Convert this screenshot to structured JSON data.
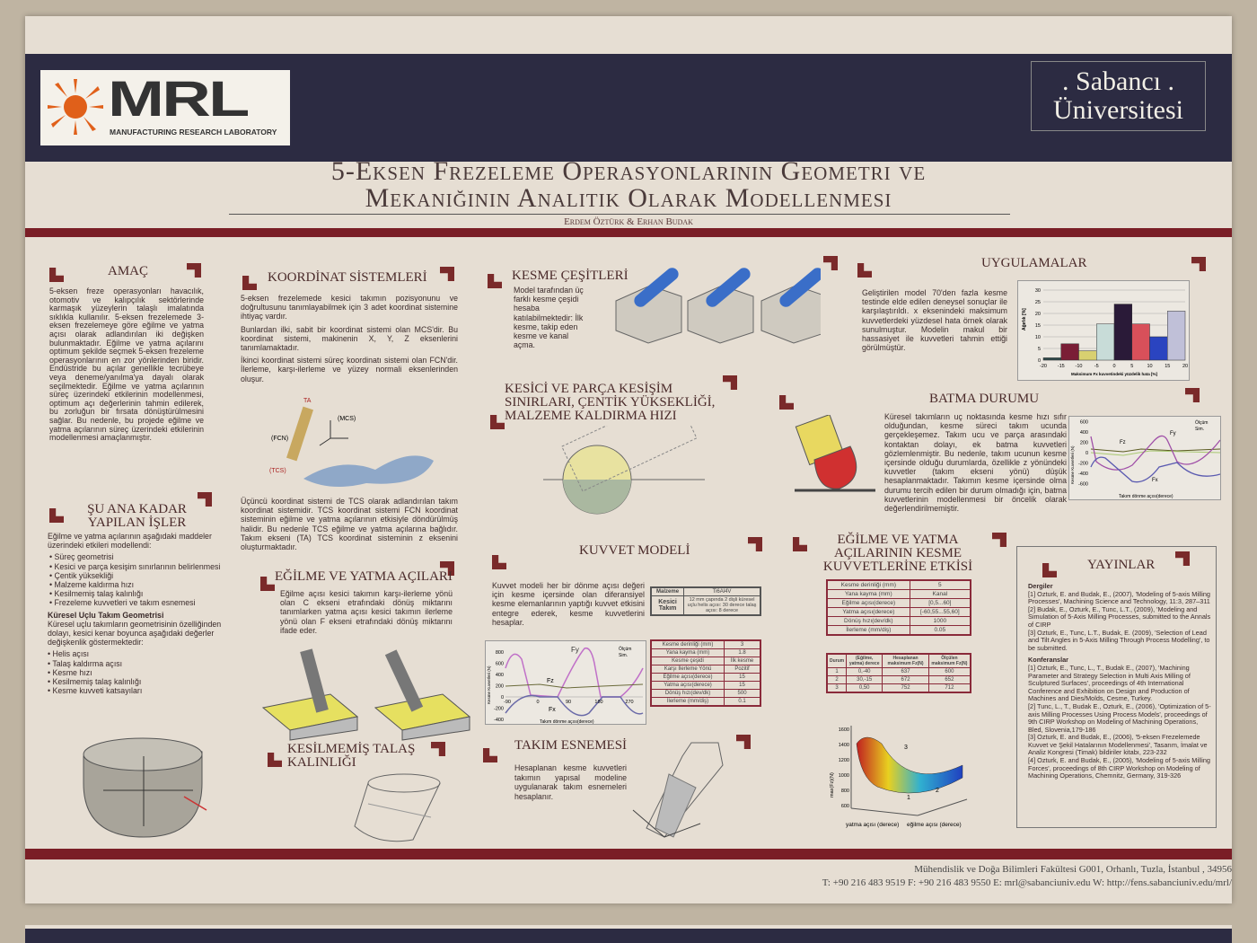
{
  "header": {
    "logo_text": "MRL",
    "logo_sub": "MANUFACTURING RESEARCH LABORATORY",
    "university_line1": ". Sabancı .",
    "university_line2": "Üniversitesi"
  },
  "title": {
    "line1": "5-Eksen Frezeleme Operasyonlarının Geometri ve",
    "line2": "Mekaniğinin Analitik Olarak Modellenmesi",
    "authors": "Erdem Öztürk & Erhan Budak"
  },
  "amac": {
    "heading": "AMAÇ",
    "text": "5-eksen freze operasyonları havacılık, otomotiv ve kalıpçılık sektörlerinde karmaşık yüzeylerin talaşlı imalatında sıklıkla kullanılır. 5-eksen frezelemede 3-eksen frezelemeye göre eğilme ve yatma açısı olarak adlandırılan iki değişken bulunmaktadır. Eğilme ve yatma açılarını optimum şekilde seçmek 5-eksen frezeleme operasyonlarının en zor yönlerinden biridir. Endüstride bu açılar genellikle tecrübeye veya deneme/yanılma'ya dayalı olarak seçilmektedir. Eğilme ve yatma açılarının süreç üzerindeki etkilerinin modellenmesi, optimum açı değerlerinin tahmin edilerek, bu zorluğun bir fırsata dönüştürülmesini sağlar. Bu nedenle, bu projede eğilme ve yatma açılarının süreç üzerindeki etkilerinin modellenmesi amaçlanmıştır."
  },
  "su_ana_kadar": {
    "heading1": "ŞU ANA KADAR",
    "heading2": "YAPILAN İŞLER",
    "intro": "Eğilme ve yatma açılarının aşağıdaki maddeler üzerindeki etkileri modellendi:",
    "items": [
      "Süreç geometrisi",
      "Kesici ve parça kesişim sınırlarının belirlenmesi",
      "Çentik yüksekliği",
      "Malzeme kaldırma hızı",
      "Kesilmemiş talaş kalınlığı",
      "Frezeleme kuvvetleri ve takım esnemesi"
    ],
    "subheading": "Küresel Uçlu Takım Geometrisi",
    "subtext": "Küresel uçlu takımların geometrisinin özelliğinden dolayı, kesici kenar boyunca aşağıdaki değerler değişkenlik göstermektedir:",
    "subitems": [
      "Helis açısı",
      "Talaş kaldırma açısı",
      "Kesme hızı",
      "Kesilmemiş talaş kalınlığı",
      "Kesme kuvveti katsayıları"
    ]
  },
  "koordinat": {
    "heading": "KOORDİNAT SİSTEMLERİ",
    "p1": "5-eksen frezelemede kesici takımın pozisyonunu ve doğrultusunu tanımlayabilmek için 3 adet koordinat sistemine ihtiyaç vardır.",
    "p2": "Bunlardan ilki, sabit bir koordinat sistemi olan MCS'dir. Bu koordinat sistemi, makinenin X, Y, Z eksenlerini tanımlamaktadır.",
    "p3": "İkinci koordinat sistemi süreç koordinatı sistemi olan FCN'dir. İlerleme, karşı-ilerleme ve yüzey normali eksenlerinden oluşur.",
    "p4": "Üçüncü koordinat sistemi de TCS olarak adlandırılan takım koordinat sistemidir. TCS koordinat sistemi FCN koordinat sisteminin eğilme ve yatma açılarının etkisiyle döndürülmüş halidir. Bu nedenle TCS eğilme ve yatma açılarına bağlıdır. Takım ekseni (TA) TCS koordinat sisteminin z eksenini oluşturmaktadır.",
    "fig_labels": [
      "TA",
      "(MCS)",
      "(FCN)",
      "(TCS)"
    ]
  },
  "egilme": {
    "heading": "EĞİLME VE YATMA AÇILARI",
    "text": "Eğilme açısı kesici takımın karşı-ilerleme yönü olan C ekseni etrafındaki dönüş miktarını tanımlarken yatma açısı kesici takımın ilerleme yönü olan F ekseni etrafındaki dönüş miktarını ifade eder."
  },
  "kesilmemis": {
    "heading1": "KESİLMEMİŞ TALAŞ",
    "heading2": "KALINLIĞI"
  },
  "kesme_cesitleri": {
    "heading": "KESME ÇEŞİTLERİ",
    "text": "Model tarafından üç farklı kesme çeşidi hesaba katılabilmektedir: İlk kesme, takip eden kesme ve kanal açma."
  },
  "kesici_parca": {
    "heading1": "KESİCİ VE PARÇA KESİŞİM",
    "heading2": "SINIRLARI, ÇENTİK YÜKSEKLİĞİ,",
    "heading3": "MALZEME KALDIRMA HIZI"
  },
  "kuvvet": {
    "heading": "KUVVET MODELİ",
    "text": "Kuvvet modeli her bir dönme açısı değeri için kesme içersinde olan diferansiyel kesme elemanlarının yaptığı kuvvet etkisini entegre ederek, kesme kuvvetlerini hesaplar.",
    "material_table": {
      "label1": "Malzeme",
      "value1": "Ti6Al4V",
      "label2": "Kesici Takım",
      "value2": "12 mm çapında 2 dişli küresel uçlu helis açısı: 30 derece talaş açısı: 8 derece"
    },
    "param_table": [
      [
        "Kesme derinliği (mm)",
        "3"
      ],
      [
        "Yana kayma (mm)",
        "1.8"
      ],
      [
        "Kesme çeşidi",
        "İlk kesme"
      ],
      [
        "Karşı İlerleme Yönü",
        "Pozitif"
      ],
      [
        "Eğilme açısı(derece)",
        "15"
      ],
      [
        "Yatma açısı(derece)",
        "15"
      ],
      [
        "Dönüş hızı(dev/dk)",
        "500"
      ],
      [
        "İlerleme (mm/diş)",
        "0.1"
      ]
    ],
    "chart": {
      "ylabel": "Kesme Kuvvetleri (N)",
      "xlabel": "Takım dönme açısı(derece)",
      "legend": [
        "Ölçüm",
        "Sim."
      ],
      "series_labels": [
        "Fy",
        "Fz",
        "Fx"
      ],
      "yticks": [
        "800",
        "600",
        "400",
        "200",
        "0",
        "-200",
        "-400"
      ],
      "xticks": [
        "-90",
        "0",
        "90",
        "180",
        "270"
      ]
    }
  },
  "takim_esnemesi": {
    "heading": "TAKIM ESNEMESİ",
    "text": "Hesaplanan kesme kuvvetleri takımın yapısal modeline uygulanarak takım esnemeleri hesaplanır."
  },
  "uygulamalar": {
    "heading": "UYGULAMALAR",
    "text": "Geliştirilen model 70'den fazla kesme testinde elde edilen deneysel sonuçlar ile karşılaştırıldı. x eksenindeki maksimum kuvvetlerdeki yüzdesel hata örnek olarak sunulmuştur. Modelin makul bir hassasiyet ile kuvvetleri tahmin ettiği görülmüştür."
  },
  "batma": {
    "heading": "BATMA DURUMU",
    "text": "Küresel takımların uç noktasında kesme hızı sıfır olduğundan, kesme süreci takım ucunda gerçekleşemez. Takım ucu ve parça arasındaki kontaktan dolayı, ek batma kuvvetleri gözlemlenmiştir. Bu nedenle, takım ucunun kesme içersinde olduğu durumlarda, özellikle z yönündeki kuvvetler (takım ekseni yönü) düşük hesaplanmaktadır. Takımın kesme içersinde olma durumu tercih edilen bir durum olmadığı için, batma kuvvetlerinin modellenmesi bir öncelik olarak değerlendirilmemiştir.",
    "chart": {
      "ylabel": "Kesme Kuvvetleri (N)",
      "xlabel": "Takım dönme açısı(derece)",
      "legend": [
        "Ölçüm",
        "Sim."
      ],
      "series_labels": [
        "Fz",
        "Fy",
        "Fx"
      ],
      "yticks": [
        "600",
        "400",
        "200",
        "0",
        "-200",
        "-400",
        "-600"
      ]
    }
  },
  "etki": {
    "heading1": "EĞİLME VE YATMA",
    "heading2": "AÇILARININ KESME",
    "heading3": "KUVVETLERİNE ETKİSİ",
    "params": [
      [
        "Kesme derinliği (mm)",
        "5"
      ],
      [
        "Yana kayma (mm)",
        "Kanal"
      ],
      [
        "Eğilme açısı(derece)",
        "[0,5...60]"
      ],
      [
        "Yatma açısı(derece)",
        "[-60,55...55,60]"
      ],
      [
        "Dönüş hızı(dev/dk)",
        "1000"
      ],
      [
        "İlerleme (mm/diş)",
        "0.05"
      ]
    ],
    "results_header": [
      "Durum",
      "(Eğilme, yatma) derece",
      "Hesaplanan maksimum Fz(N)",
      "Ölçülen maksimum Fz(N)"
    ],
    "results": [
      [
        "1",
        "0,-40",
        "637",
        "600"
      ],
      [
        "2",
        "30,-15",
        "672",
        "652"
      ],
      [
        "3",
        "0,50",
        "752",
        "712"
      ]
    ],
    "plot": {
      "zlabel": "max(Fz)(N)",
      "zticks": [
        "1600",
        "1400",
        "1200",
        "1000",
        "800",
        "600"
      ],
      "xlabel": "yatma açısı (derece)",
      "ylabel": "eğilme açısı (derece)",
      "marks": [
        "3",
        "1",
        "2"
      ]
    }
  },
  "yayinlar": {
    "heading": "YAYINLAR",
    "dergiler_title": "Dergiler",
    "dergiler": [
      "[1] Ozturk, E. and Budak, E., (2007), 'Modeling of 5-axis Milling Processes', Machining Science and Technology, 11:3, 287–311",
      "[2] Budak, E., Ozturk, E., Tunc, L.T., (2009), 'Modeling and Simulation of 5-Axis Milling Processes, submitted to the Annals of CIRP",
      "[3] Ozturk, E., Tunc, L.T., Budak, E. (2009), 'Selection of Lead and Tilt Angles in 5-Axis Milling Through Process Modelling', to be submitted."
    ],
    "konferanslar_title": "Konferanslar",
    "konferanslar": [
      "[1] Ozturk, E., Tunc, L., T., Budak E., (2007), 'Machining Parameter and Strategy Selection in Multi Axis Milling of Sculptured Surfaces', proceedings of 4th International Conference and Exhibition on Design and Production of Machines and Dies/Molds, Cesme, Turkey.",
      "[2] Tunc, L., T., Budak E., Ozturk, E., (2006), 'Optimization of 5-axis Milling Processes Using Process Models', proceedings of 9th CIRP Workshop on Modeling of Machining Operations, Bled, Slovenia,179-186",
      "[3] Ozturk, E. and Budak, E., (2006), '5-eksen Frezelemede Kuvvet ve Şekil Hatalarının Modellenmesi', Tasarım, İmalat ve Analiz Kongresi (Timak) bildiriler kitabı, 223-232",
      "[4] Ozturk, E. and Budak, E., (2005), 'Modeling of 5-axis Milling Forces', proceedings of 8th CIRP Workshop on Modeling of Machining Operations, Chemnitz, Germany, 319-326"
    ]
  },
  "footer": {
    "address": "Mühendislik ve Doğa Bilimleri Fakültesi G001, Orhanlı, Tuzla, İstanbul , 34956",
    "contact": "T: +90 216 483 9519  F: +90 216 483 9550  E: mrl@sabanciuniv.edu  W: http://fens.sabanciuniv.edu/mrl/"
  },
  "chart_data": {
    "type": "bar",
    "title": "",
    "xlabel": "Maksimum Fx kuvvetindeki yüzdelik hata [%]",
    "ylabel": "Ağırlık [%]",
    "categories": [
      "-20..-15",
      "-15..-10",
      "-10..-5",
      "-5..0",
      "0..5",
      "5..10",
      "10..15",
      "15..20"
    ],
    "values": [
      1,
      7,
      4,
      15.5,
      24,
      15.5,
      10,
      21
    ],
    "colors": [
      "#2f4a4a",
      "#7a1e36",
      "#d8d070",
      "#c8dcd8",
      "#2a1a38",
      "#d8505a",
      "#2a44c0",
      "#c0c0d8"
    ],
    "xticks": [
      "-20",
      "-15",
      "-10",
      "-5",
      "0",
      "5",
      "10",
      "15",
      "20"
    ],
    "yticks": [
      "0",
      "5",
      "10",
      "15",
      "20",
      "25",
      "30"
    ],
    "ylim": [
      0,
      30
    ],
    "grid": true
  }
}
